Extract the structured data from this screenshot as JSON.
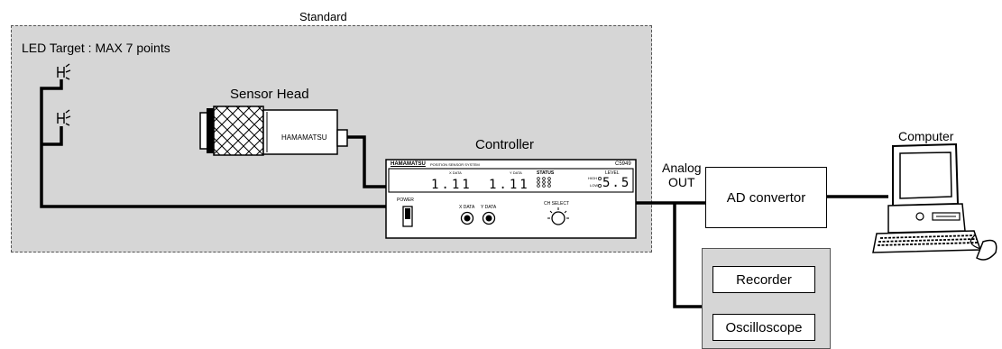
{
  "labels": {
    "standard": "Standard",
    "led_target": "LED Target : MAX 7 points",
    "sensor_head": "Sensor Head",
    "sensor_brand": "HAMAMATSU",
    "controller": "Controller",
    "analog_out_line1": "Analog",
    "analog_out_line2": "OUT",
    "ad_convertor": "AD convertor",
    "computer": "Computer",
    "recorder": "Recorder",
    "oscilloscope": "Oscilloscope"
  },
  "controller_panel": {
    "brand": "HAMAMATSU",
    "system": "POSITION SENSOR SYSTEM",
    "model": "C5949",
    "x_data_label": "X DATA",
    "y_data_label": "Y DATA",
    "x_value": "1.11",
    "y_value": "1.11",
    "status_label": "STATUS",
    "level_label": "LEVEL",
    "high_label": "HIGH",
    "low_label": "LOW",
    "level_value": "5.5",
    "power_label": "POWER",
    "x_data_jack": "X DATA",
    "y_data_jack": "Y DATA",
    "ch_select": "CH SELECT"
  },
  "colors": {
    "standard_fill": "#d6d6d6",
    "line": "#000000"
  }
}
